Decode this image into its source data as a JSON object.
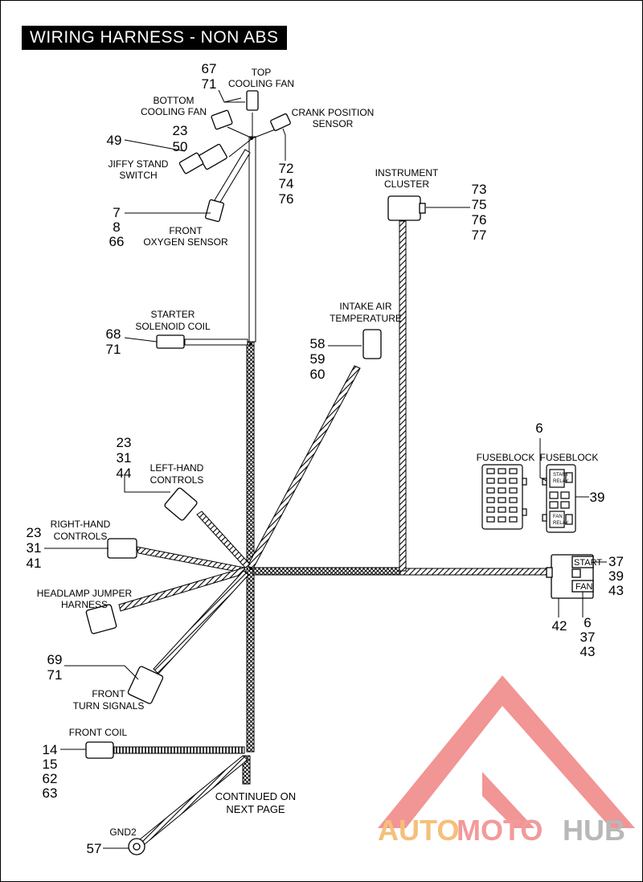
{
  "title": "WIRING HARNESS - NON ABS",
  "components": {
    "top_cooling_fan": {
      "label": [
        "TOP",
        "COOLING FAN"
      ],
      "refs": [
        "67",
        "71"
      ]
    },
    "bottom_cooling_fan": {
      "label": [
        "BOTTOM",
        "COOLING FAN"
      ]
    },
    "crank_position_sensor": {
      "label": [
        "CRANK POSITION",
        "SENSOR"
      ],
      "refs": [
        "72",
        "74",
        "76"
      ]
    },
    "jiffy_stand_switch": {
      "label": [
        "JIFFY STAND",
        "SWITCH"
      ],
      "refs": [
        "49"
      ],
      "refs_upper": [
        "23",
        "50"
      ]
    },
    "front_oxygen_sensor": {
      "label": [
        "FRONT",
        "OXYGEN SENSOR"
      ],
      "refs": [
        "7",
        "8",
        "66"
      ]
    },
    "instrument_cluster": {
      "label": [
        "INSTRUMENT",
        "CLUSTER"
      ],
      "refs": [
        "73",
        "75",
        "76",
        "77"
      ]
    },
    "starter_solenoid_coil": {
      "label": [
        "STARTER",
        "SOLENOID COIL"
      ],
      "refs": [
        "68",
        "71"
      ]
    },
    "intake_air_temperature": {
      "label": [
        "INTAKE AIR",
        "TEMPERATURE"
      ],
      "refs": [
        "58",
        "59",
        "60"
      ]
    },
    "left_hand_controls": {
      "label": [
        "LEFT-HAND",
        "CONTROLS"
      ],
      "refs": [
        "23",
        "31",
        "44"
      ]
    },
    "right_hand_controls": {
      "label": [
        "RIGHT-HAND",
        "CONTROLS"
      ],
      "refs": [
        "23",
        "31",
        "41"
      ]
    },
    "headlamp_jumper_harness": {
      "label": [
        "HEADLAMP JUMPER",
        "HARNESS"
      ]
    },
    "front_turn_signals": {
      "label": [
        "FRONT",
        "TURN SIGNALS"
      ],
      "refs": [
        "69",
        "71"
      ]
    },
    "front_coil": {
      "label": [
        "FRONT COIL"
      ],
      "refs": [
        "14",
        "15",
        "62",
        "63"
      ]
    },
    "gnd2": {
      "label": [
        "GND2"
      ],
      "refs": [
        "57"
      ]
    },
    "fuseblock_left": {
      "label": [
        "FUSEBLOCK"
      ]
    },
    "fuseblock_right": {
      "label": [
        "FUSEBLOCK"
      ],
      "refs_top": [
        "6"
      ],
      "refs_side": [
        "39"
      ]
    },
    "fuse_relay_box": {
      "refs_side": [
        "37",
        "39",
        "43"
      ],
      "refs_bottom_left": [
        "42"
      ],
      "refs_bottom": [
        "6",
        "37",
        "43"
      ],
      "start_label": "START",
      "fan_label": "FAN"
    }
  },
  "fuseblock_tags": {
    "start_relay": [
      "START",
      "RELAY"
    ],
    "fan_relay": [
      "FAN",
      "RELAY"
    ]
  },
  "continued": [
    "CONTINUED ON",
    "NEXT PAGE"
  ],
  "watermark": {
    "part1": "AUTO",
    "part2": "MOTO",
    "part3": "HUB"
  }
}
